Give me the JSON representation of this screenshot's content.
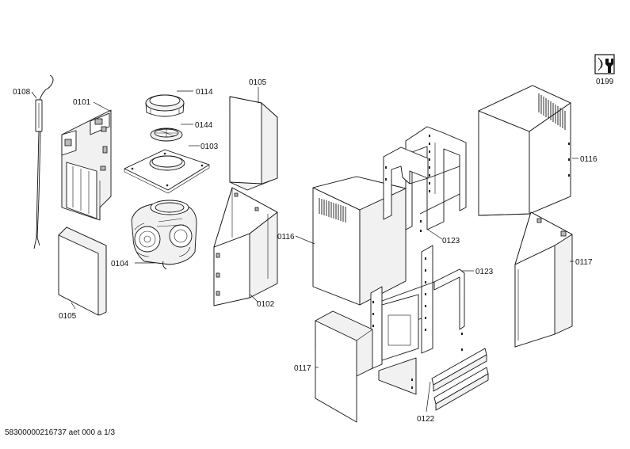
{
  "callouts": {
    "c0108": "0108",
    "c0101": "0101",
    "c0114": "0114",
    "c0144": "0144",
    "c0103": "0103",
    "c0105a": "0105",
    "c0105b": "0105",
    "c0104": "0104",
    "c0102": "0102",
    "c0116a": "0116",
    "c0116b": "0116",
    "c0123a": "0123",
    "c0123b": "0123",
    "c0117a": "0117",
    "c0117b": "0117",
    "c0122": "0122",
    "c0199": "0199"
  },
  "footer": {
    "document_id": "58300000216737 aet 000 a 1/3"
  },
  "icons": {
    "service": "wrench-service-icon"
  }
}
